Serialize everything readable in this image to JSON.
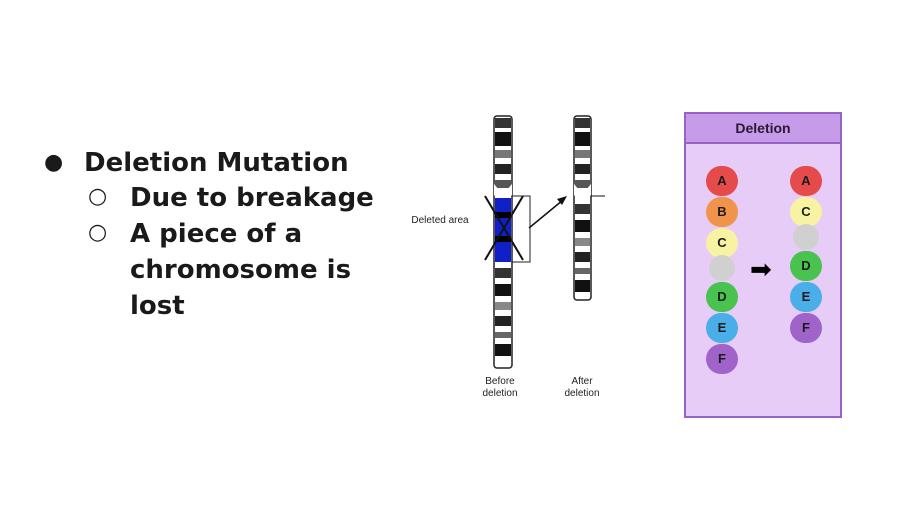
{
  "bullets": {
    "main": "Deletion Mutation",
    "sub1": "Due to breakage",
    "sub2": "A piece of a chromosome is lost"
  },
  "figure": {
    "deleted_label": "Deleted area",
    "before_label": "Before deletion",
    "after_label": "After deletion"
  },
  "panel": {
    "title": "Deletion",
    "left_chromosome": [
      {
        "label": "A",
        "color": "#e54b4b"
      },
      {
        "label": "B",
        "color": "#f1934a"
      },
      {
        "label": "C",
        "color": "#f7f3a3"
      },
      {
        "label": "D",
        "color": "#49c24f"
      },
      {
        "label": "E",
        "color": "#4aaee8"
      },
      {
        "label": "F",
        "color": "#9f63c9"
      }
    ],
    "right_chromosome": [
      {
        "label": "A",
        "color": "#e54b4b"
      },
      {
        "label": "C",
        "color": "#f7f3a3"
      },
      {
        "label": "D",
        "color": "#49c24f"
      },
      {
        "label": "E",
        "color": "#4aaee8"
      },
      {
        "label": "F",
        "color": "#9f63c9"
      }
    ]
  }
}
